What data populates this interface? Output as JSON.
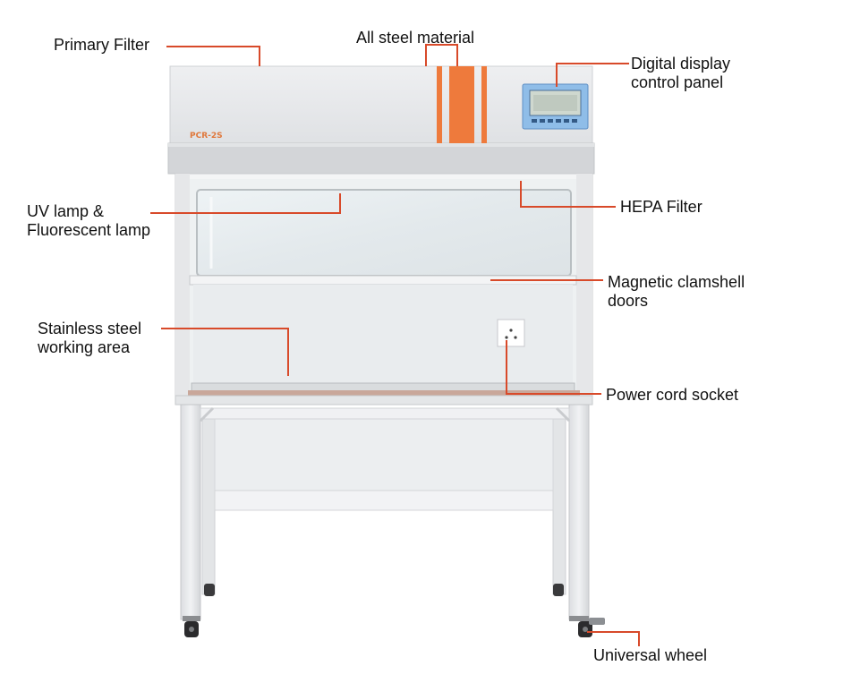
{
  "product": {
    "model_label": "PCR-2S"
  },
  "colors": {
    "leader_line": "#d84a2a",
    "accent_stripe": "#ee7a3c",
    "cabinet_body": "#e9eaec",
    "cabinet_shadow": "#c9cbce",
    "display_blue": "#7fb3e6",
    "glass": "#e6ecef"
  },
  "callouts": [
    {
      "id": "primary-filter",
      "text": "Primary Filter"
    },
    {
      "id": "all-steel",
      "text": "All steel material"
    },
    {
      "id": "digital-display",
      "text": "Digital display\ncontrol panel"
    },
    {
      "id": "uv-lamp",
      "text": "UV lamp &\nFluorescent lamp"
    },
    {
      "id": "hepa-filter",
      "text": "HEPA Filter"
    },
    {
      "id": "magnetic-doors",
      "text": "Magnetic clamshell\ndoors"
    },
    {
      "id": "stainless-area",
      "text": "Stainless steel\nworking area"
    },
    {
      "id": "power-socket",
      "text": "Power cord socket"
    },
    {
      "id": "universal-wheel",
      "text": "Universal wheel"
    }
  ]
}
